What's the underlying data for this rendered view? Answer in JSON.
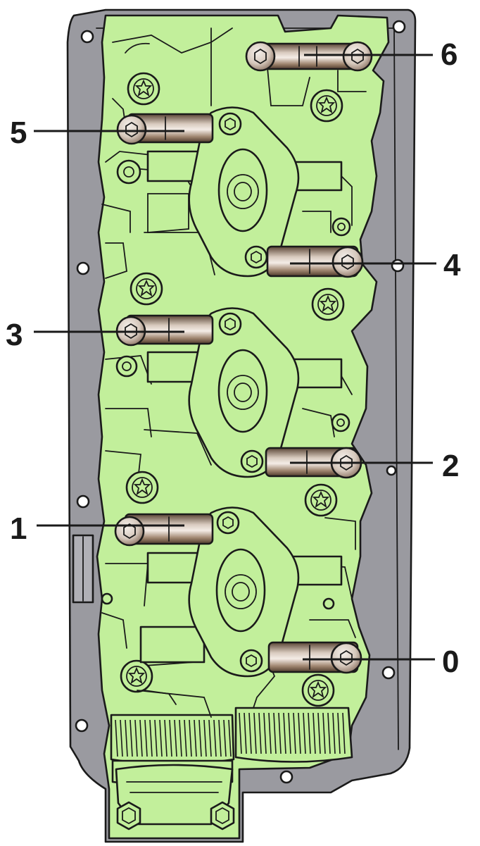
{
  "colors": {
    "casting": "#c2ef9b",
    "gasket": "#9a9aa0",
    "outline": "#1a1a1a",
    "bearing_cap_metal": "#7a6555",
    "bolt_hole": "#ffffff"
  },
  "callouts": [
    {
      "id": "cap-6",
      "label": "6",
      "side": "right"
    },
    {
      "id": "cap-5",
      "label": "5",
      "side": "left"
    },
    {
      "id": "cap-4",
      "label": "4",
      "side": "right"
    },
    {
      "id": "cap-3",
      "label": "3",
      "side": "left"
    },
    {
      "id": "cap-2",
      "label": "2",
      "side": "right"
    },
    {
      "id": "cap-1",
      "label": "1",
      "side": "left"
    },
    {
      "id": "cap-0",
      "label": "0",
      "side": "right"
    }
  ]
}
